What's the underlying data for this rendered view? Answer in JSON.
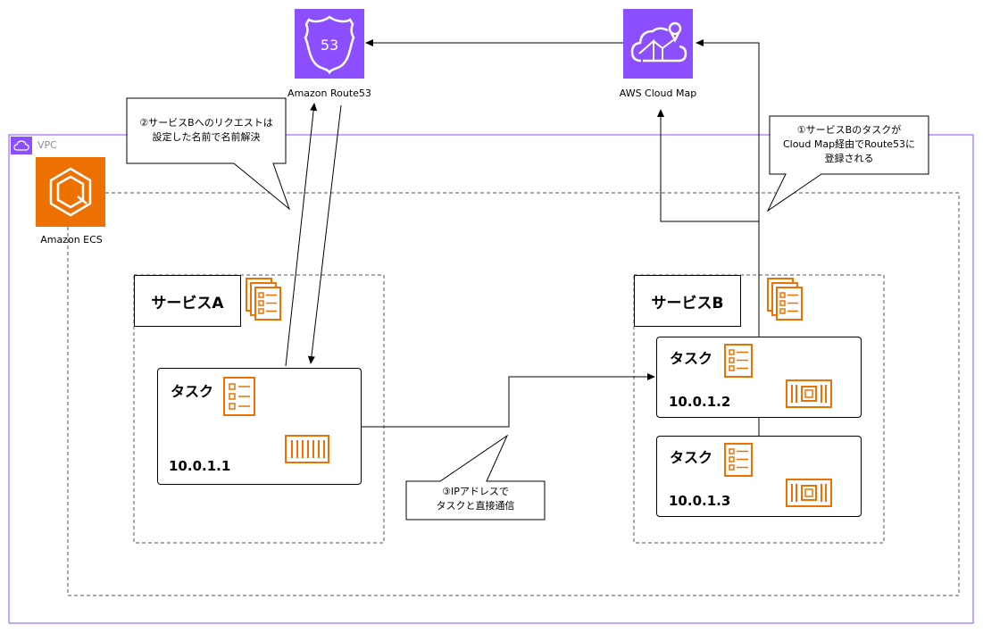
{
  "vpc": {
    "label": "VPC",
    "color": "#8C4FFF"
  },
  "route53": {
    "label": "Amazon Route53",
    "badge": "53",
    "color": "#8C4FFF"
  },
  "cloudmap": {
    "label": "AWS Cloud Map",
    "color": "#8C4FFF"
  },
  "ecs": {
    "label": "Amazon ECS",
    "color": "#ED7100"
  },
  "services": {
    "a": {
      "label": "サービスA",
      "tasks": [
        {
          "title": "タスク",
          "ip": "10.0.1.1"
        }
      ]
    },
    "b": {
      "label": "サービスB",
      "tasks": [
        {
          "title": "タスク",
          "ip": "10.0.1.2"
        },
        {
          "title": "タスク",
          "ip": "10.0.1.3"
        }
      ]
    }
  },
  "callouts": {
    "step1": [
      "①サービスBのタスクが",
      "Cloud Map経由でRoute53に",
      "登録される"
    ],
    "step2": [
      "②サービスBへのリクエストは",
      "設定した名前で名前解決"
    ],
    "step3": [
      "③IPアドレスで",
      "タスクと直接通信"
    ]
  },
  "icons": {
    "route53": "route53-shield-icon",
    "cloudmap": "cloud-map-icon",
    "ecs": "ecs-icon",
    "vpc": "vpc-cloud-icon",
    "service": "ecs-service-icon",
    "task": "ecs-task-icon",
    "container": "container-icon",
    "chip": "chip-icon"
  }
}
